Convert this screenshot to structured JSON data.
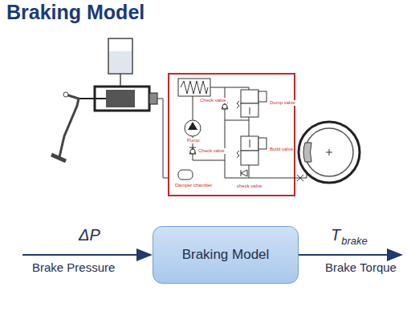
{
  "diagram": {
    "title": "Braking Model",
    "nodes": [
      {
        "text": [
          "Braking Model"
        ]
      }
    ],
    "labels": [
      "Check valve",
      "Pump",
      "Check valve",
      "Dump valve",
      "Build valve",
      "Damper chamber",
      "check valve",
      "ΔP",
      "Brake Pressure",
      "T",
      "brake",
      "Brake Torque"
    ]
  }
}
